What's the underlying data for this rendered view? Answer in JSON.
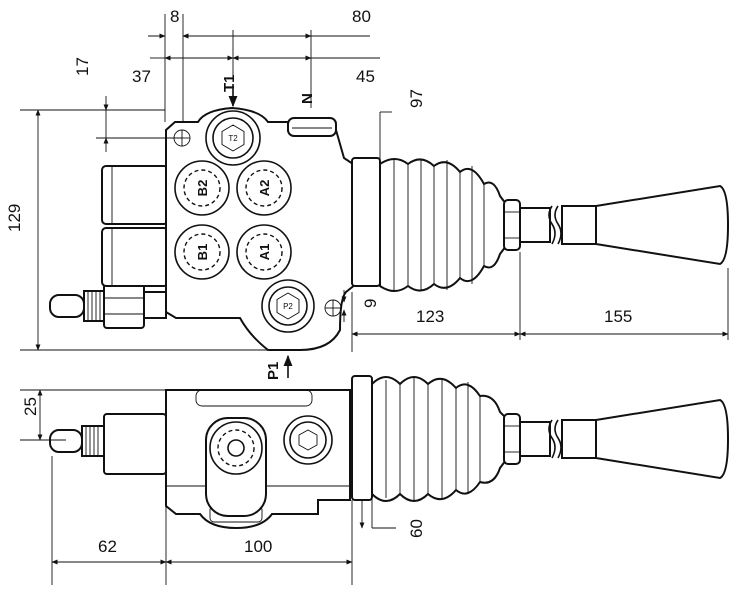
{
  "dimensions": {
    "d8": "8",
    "d80": "80",
    "d37": "37",
    "d45": "45",
    "d17": "17",
    "d97": "97",
    "d129": "129",
    "d9": "9",
    "d123": "123",
    "d155": "155",
    "d25": "25",
    "d62": "62",
    "d100": "100",
    "d60": "60"
  },
  "ports": {
    "t1": "T1",
    "t2": "T2",
    "n": "N",
    "b2": "B2",
    "a2": "A2",
    "b1": "B1",
    "a1": "A1",
    "p2": "P2",
    "p1": "P1"
  }
}
